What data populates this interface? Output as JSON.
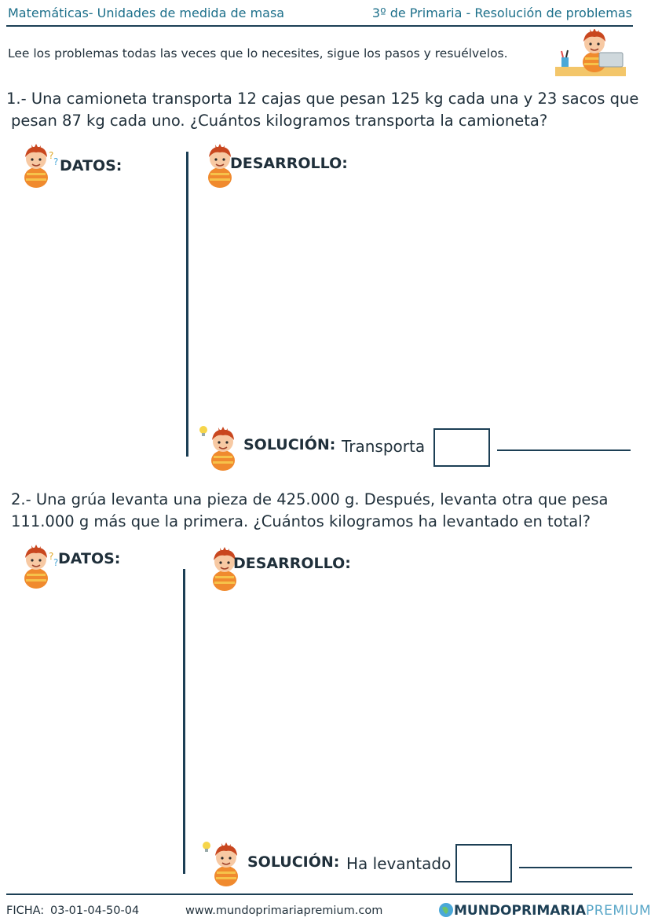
{
  "header": {
    "subject": "Matemáticas- Unidades de medida de masa",
    "level": "3º de Primaria - Resolución de problemas"
  },
  "instructions": "Lee los problemas todas las veces que lo necesites, sigue los pasos y resuélvelos.",
  "problems": [
    {
      "line1": "1.- Una camioneta transporta 12 cajas que pesan 125 kg cada una y 23 sacos que",
      "line2": "pesan 87 kg cada uno. ¿Cuántos kilogramos transporta la camioneta?",
      "datos": "DATOS:",
      "desarrollo": "DESARROLLO:",
      "solucion": "SOLUCIÓN:",
      "answer_prefix": "Transporta"
    },
    {
      "line1": "2.- Una grúa levanta una pieza de 425.000 g. Después, levanta otra que pesa",
      "line2": "111.000 g más que la primera. ¿Cuántos kilogramos ha levantado en total?",
      "datos": "DATOS:",
      "desarrollo": "DESARROLLO:",
      "solucion": "SOLUCIÓN:",
      "answer_prefix": "Ha levantado"
    }
  ],
  "footer": {
    "ficha_label": "FICHA:",
    "ficha_code": "03-01-04-50-04",
    "website": "www.mundoprimariapremium.com",
    "brand_part1": "MUNDO",
    "brand_part2": "PRIMARIA",
    "brand_part3": "PREMIUM"
  },
  "colors": {
    "accent": "#1c6f8a",
    "rule": "#1c3f55",
    "text": "#1f2f3a",
    "shirt": "#f08a2e",
    "hair": "#c9471f"
  }
}
